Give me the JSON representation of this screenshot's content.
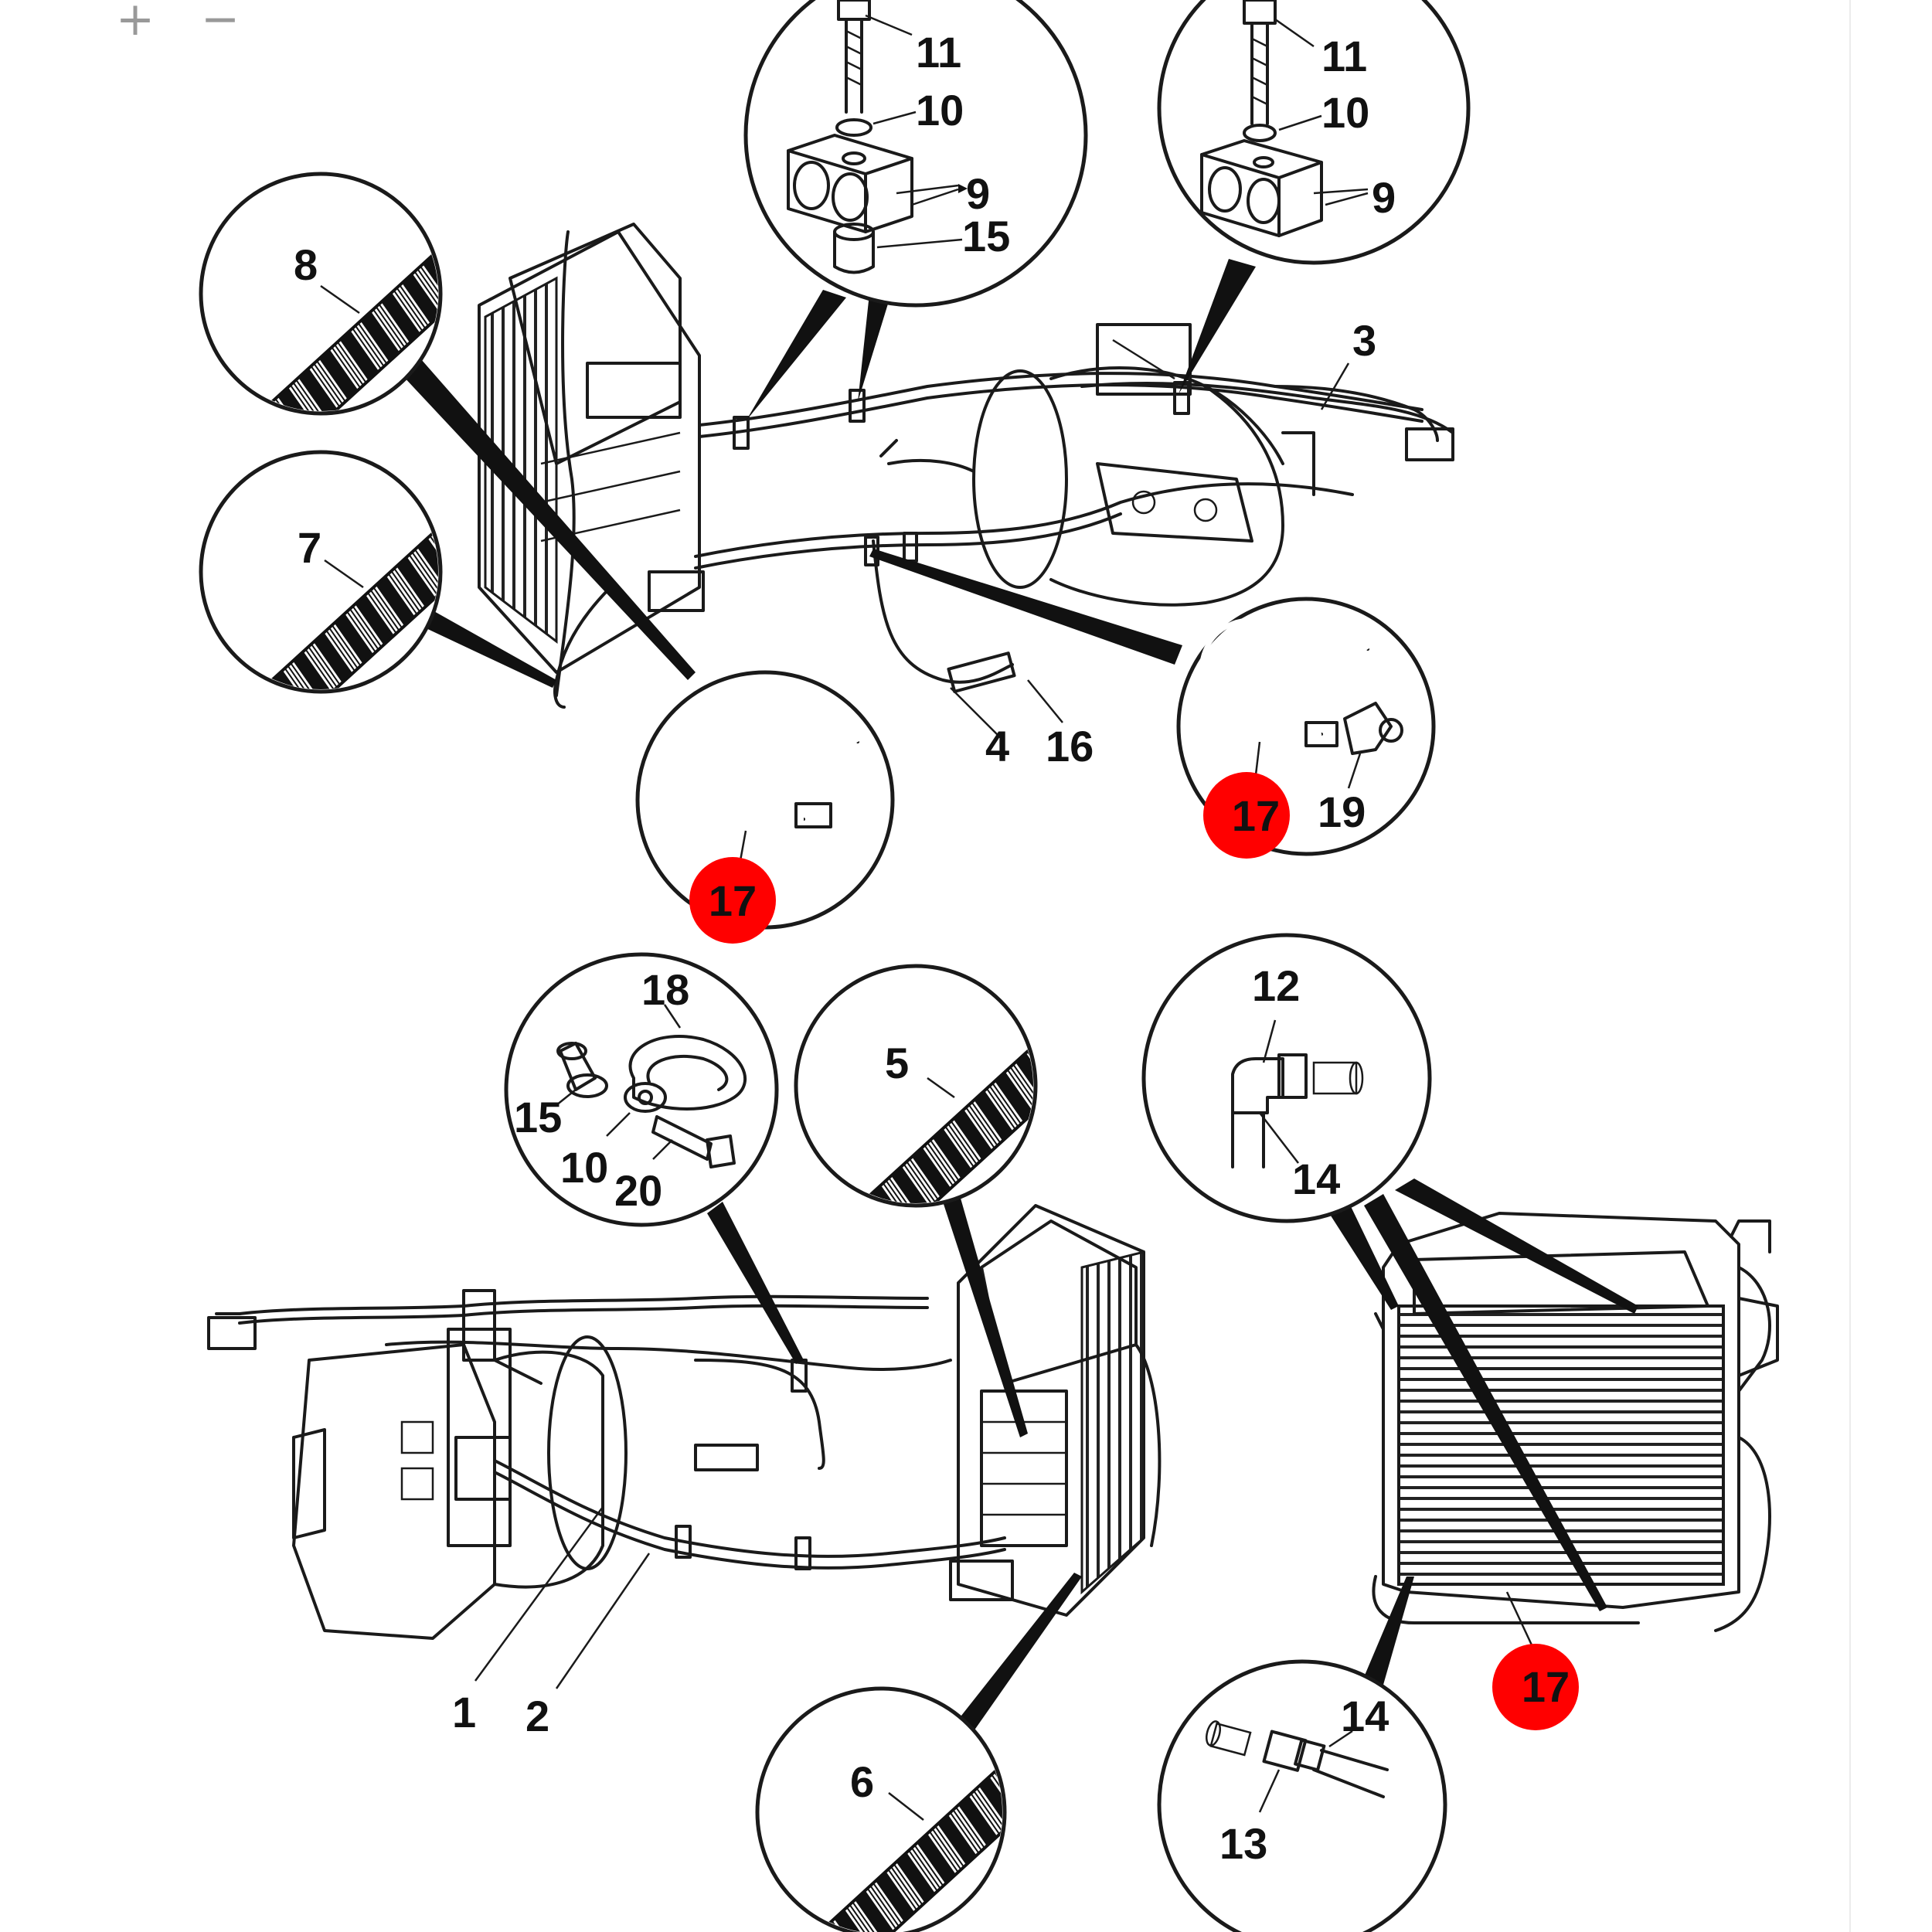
{
  "toolbar": {
    "zoom_in_glyph": "+",
    "zoom_out_glyph": "−"
  },
  "callouts": {
    "c1": "1",
    "c2": "2",
    "c3": "3",
    "c4": "4",
    "c5": "5",
    "c6": "6",
    "c7": "7",
    "c8": "8",
    "c9a": "9",
    "c9b": "9",
    "c10a": "10",
    "c10b": "10",
    "c10c": "10",
    "c11a": "11",
    "c11b": "11",
    "c12": "12",
    "c13": "13",
    "c14a": "14",
    "c14b": "14",
    "c15a": "15",
    "c15b": "15",
    "c16": "16",
    "c17a": "17",
    "c17b": "17",
    "c17c": "17",
    "c18": "18",
    "c19": "19",
    "c20": "20"
  },
  "highlight_color": "#ff0000"
}
